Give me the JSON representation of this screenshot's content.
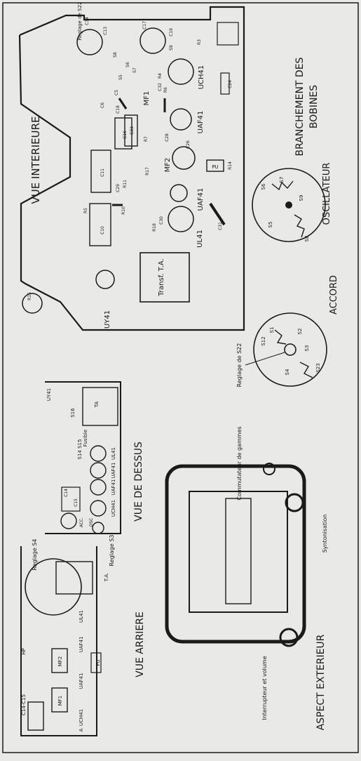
{
  "sections": {
    "interior": "VUE INTERIEURE",
    "top": "VUE DE DESSUS",
    "rear": "VUE ARRIERE",
    "exterior": "ASPECT EXTERIEUR",
    "coils": "BRANCHEMENT DES BOBINES",
    "oscillator": "OSCILLATEUR",
    "accord": "ACCORD"
  },
  "interior": {
    "tubes": [
      "UY41",
      "UL41",
      "UAF41",
      "UAF41",
      "UCH41"
    ],
    "filters": [
      "MF1",
      "MF2"
    ],
    "transformer": "Transf. T.A.",
    "pu": "PU",
    "adjust_s22": "Reglage de S22",
    "components": [
      "R15",
      "C10",
      "C11",
      "C16",
      "C33",
      "R5",
      "R7",
      "R10",
      "R11",
      "R14",
      "R17",
      "R18",
      "C13",
      "C34",
      "C17",
      "C18",
      "C19",
      "C24",
      "C26",
      "C28",
      "C29",
      "C30",
      "C31",
      "C32",
      "C5",
      "C6",
      "R3",
      "R4",
      "R6",
      "S5",
      "S6",
      "S7",
      "S8",
      "S9"
    ]
  },
  "top_view": {
    "labels": [
      "UY41",
      "TA",
      "S16",
      "Fusible",
      "S14 S15",
      "UL41",
      "UAF41",
      "UAF41",
      "UCH41",
      "C14",
      "C15",
      "ACC.",
      "OSC"
    ],
    "adjust_s4": "Reglage S4",
    "adjust_s3": "Reglage S3"
  },
  "rear_view": {
    "labels": [
      "HP",
      "C14-C15",
      "MF1",
      "MF2",
      "PU",
      "T.A.",
      "UCH41",
      "UAF41",
      "UAF41",
      "UL41",
      "A"
    ]
  },
  "exterior": {
    "band_switch": "Commutateur de gammes",
    "tuning": "Syntonisation",
    "switch_volume": "Interrupteur et volume"
  },
  "coils": {
    "osc_coils": [
      "S5",
      "S6",
      "S7",
      "S8",
      "S9"
    ],
    "accord_coils": [
      "S1",
      "S2",
      "S12",
      "S3",
      "S4",
      "S23"
    ],
    "adjust_s22": "Reglage de S22"
  }
}
